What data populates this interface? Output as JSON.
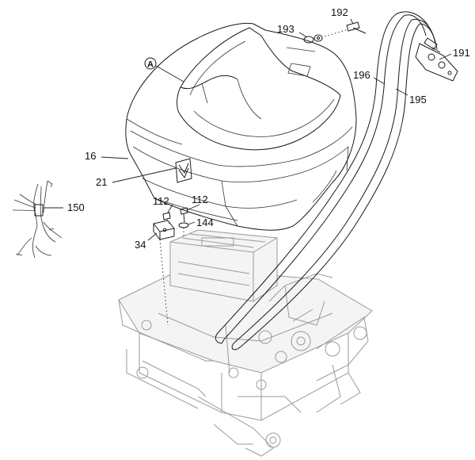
{
  "diagram": {
    "callouts": {
      "c192": "192",
      "c193": "193",
      "c191": "191",
      "c196": "196",
      "c195": "195",
      "c16": "16",
      "c21": "21",
      "c150": "150",
      "c112a": "112",
      "c112b": "112",
      "c144": "144",
      "c34": "34",
      "cA": "A"
    },
    "colors": {
      "line": "#1a1a1a",
      "machine_line": "#9a9a9a",
      "background": "#ffffff"
    }
  }
}
